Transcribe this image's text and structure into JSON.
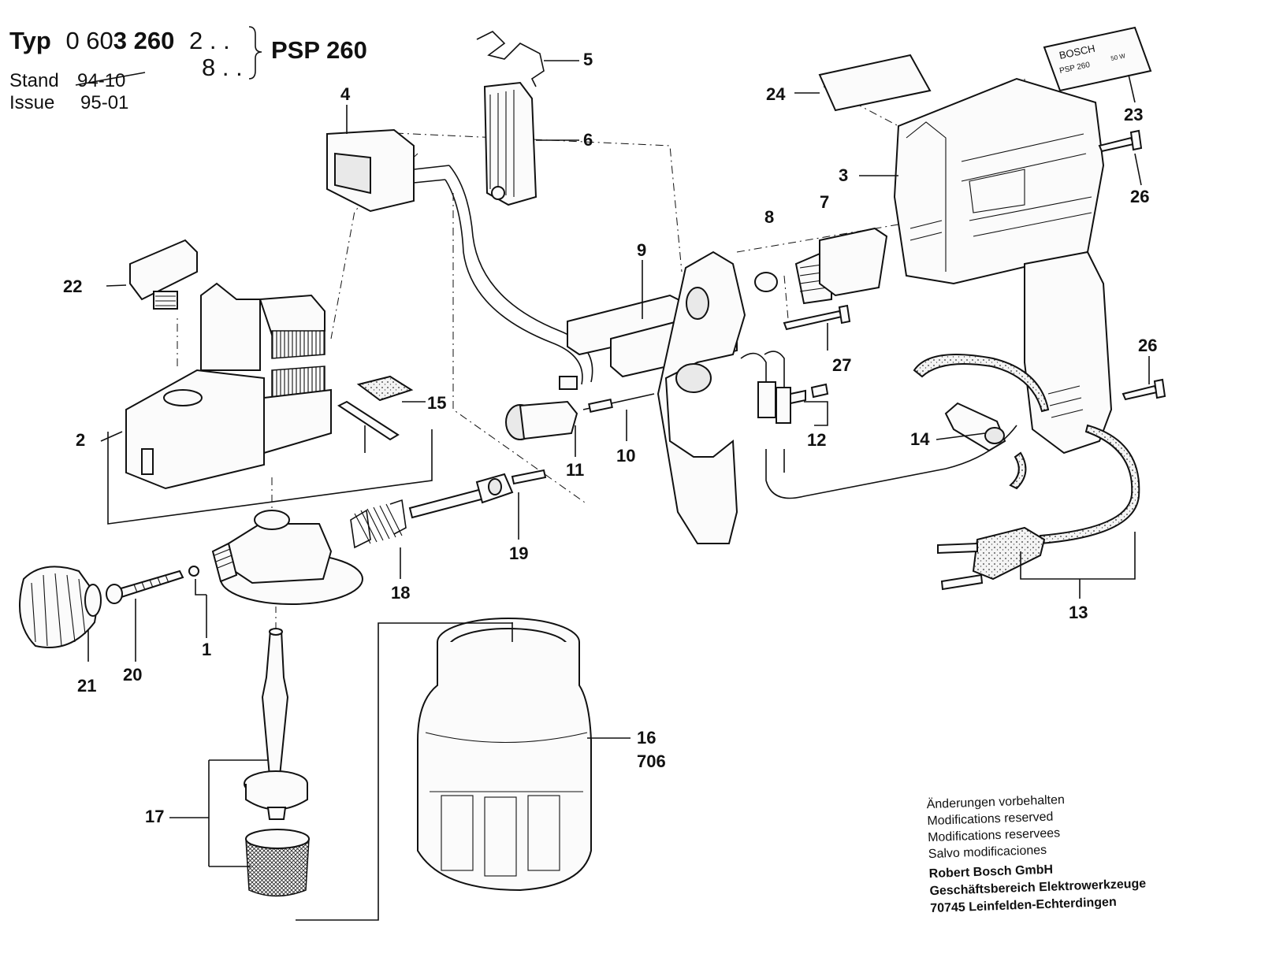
{
  "header": {
    "typ_label": "Typ",
    "typ_number_light": "0 60",
    "typ_number_bold": "3 260",
    "variant_1": "2 . .",
    "variant_2": "8 . .",
    "model": "PSP 260",
    "stand_label": "Stand",
    "stand_value": "94-10",
    "issue_label": "Issue",
    "issue_value": "95-01"
  },
  "nameplate": {
    "brand": "BOSCH",
    "model": "PSP 260",
    "rating": "50 W"
  },
  "callouts": [
    "1",
    "2",
    "3",
    "4",
    "5",
    "6",
    "7",
    "8",
    "9",
    "10",
    "11",
    "12",
    "13",
    "14",
    "15",
    "16",
    "17",
    "18",
    "19",
    "20",
    "21",
    "22",
    "23",
    "24",
    "26",
    "26",
    "27"
  ],
  "callout_706": "706",
  "notes": {
    "line1": "Änderungen vorbehalten",
    "line2": "Modifications reserved",
    "line3": "Modifications reservees",
    "line4": "Salvo modificaciones",
    "company": "Robert Bosch GmbH",
    "division": "Geschäftsbereich Elektrowerkzeuge",
    "address": "70745 Leinfelden-Echterdingen"
  }
}
